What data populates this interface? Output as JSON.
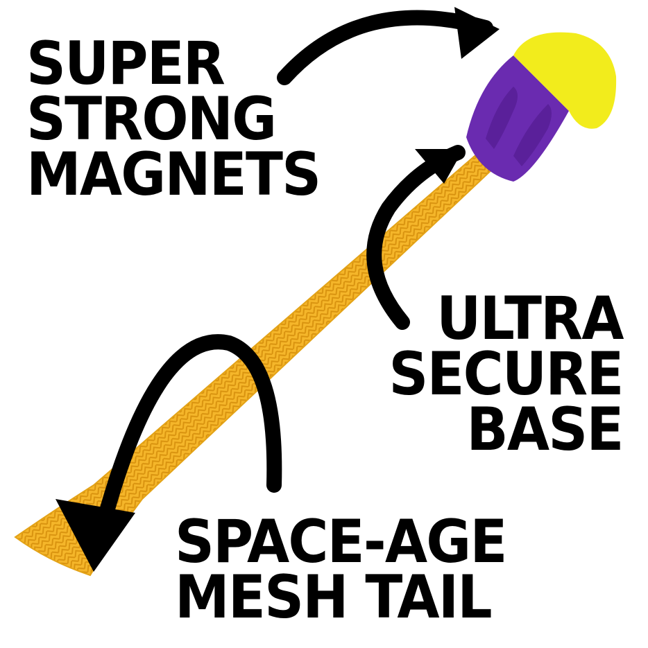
{
  "callouts": {
    "magnets": [
      "SUPER",
      "STRONG",
      "MAGNETS"
    ],
    "base": [
      "ULTRA",
      "SECURE",
      "BASE"
    ],
    "tail": [
      "SPACE-AGE",
      "MESH TAIL"
    ]
  },
  "colors": {
    "mesh": "#f5b62a",
    "mesh_dark": "#e09a12",
    "cap_purple": "#6a2bb0",
    "cap_yellow": "#f2ec1c",
    "text": "#000000"
  }
}
